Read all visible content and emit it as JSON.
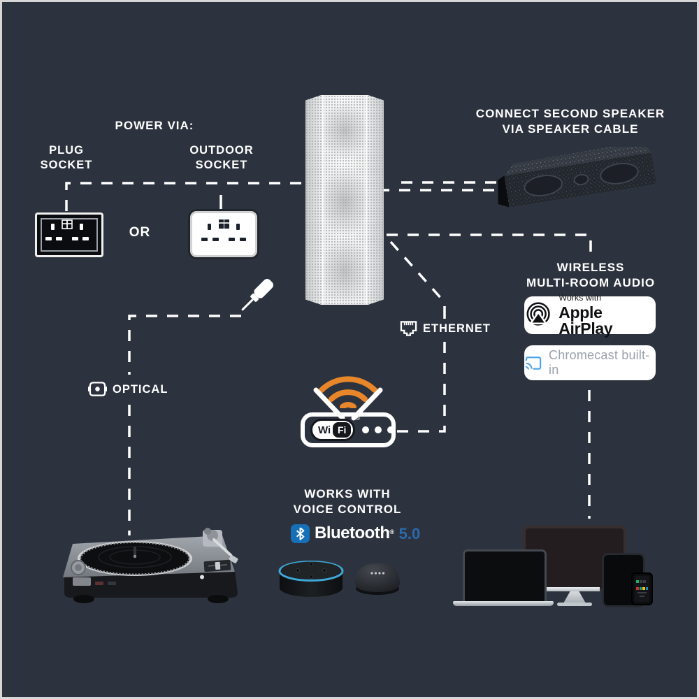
{
  "colors": {
    "background": "#2d333e",
    "frame": "#d6d6d6",
    "line": "#ffffff",
    "text": "#ffffff",
    "wifi_orange": "#e8862a",
    "bluetooth_blue": "#1670b8",
    "bt_version_blue": "#2b69ae",
    "chromecast_blue": "#4aa3e8",
    "chromecast_text": "#99a2ab",
    "badge_bg": "#ffffff",
    "badge_text": "#17181a"
  },
  "power": {
    "title": "POWER VIA:",
    "plug_line1": "PLUG",
    "plug_line2": "SOCKET",
    "or": "OR",
    "outdoor_line1": "OUTDOOR",
    "outdoor_line2": "SOCKET"
  },
  "second_speaker": {
    "line1": "CONNECT SECOND SPEAKER",
    "line2": "VIA SPEAKER CABLE"
  },
  "wireless": {
    "line1": "WIRELESS",
    "line2": "MULTI-ROOM AUDIO",
    "airplay_small": "Works with",
    "airplay_big": "Apple AirPlay",
    "chromecast": "Chromecast built-in"
  },
  "connections": {
    "ethernet": "ETHERNET",
    "optical": "OPTICAL"
  },
  "wifi_router": {
    "wi": "Wi",
    "fi": "Fi",
    "reg": "®"
  },
  "voice": {
    "line1": "WORKS WITH",
    "line2": "VOICE CONTROL",
    "bluetooth": "Bluetooth",
    "reg": "®",
    "version": "5.0"
  },
  "icons": {
    "plug_socket_icon": "uk-double-socket-dark",
    "outdoor_socket_icon": "uk-double-socket-light",
    "main_speaker_icon": "white-portable-speaker",
    "second_speaker_icon": "black-speaker-horizontal",
    "aux_jack_icon": "mini-jack-cable",
    "ethernet_port_icon": "rj45-port",
    "optical_port_icon": "toslink-port",
    "wifi_router_icon": "router-with-antennas",
    "wifi_signal_icon": "orange-wifi-arcs",
    "airplay_icon": "airplay-ripples-triangle",
    "chromecast_icon": "cast-symbol",
    "bluetooth_icon": "bluetooth-rune",
    "echo_dot_icon": "smart-speaker-puck",
    "google_home_icon": "smart-speaker-dome",
    "turntable_icon": "dj-turntable",
    "laptop_icon": "laptop",
    "monitor_icon": "desktop-monitor",
    "tablet_icon": "tablet",
    "phone_icon": "smartphone"
  }
}
